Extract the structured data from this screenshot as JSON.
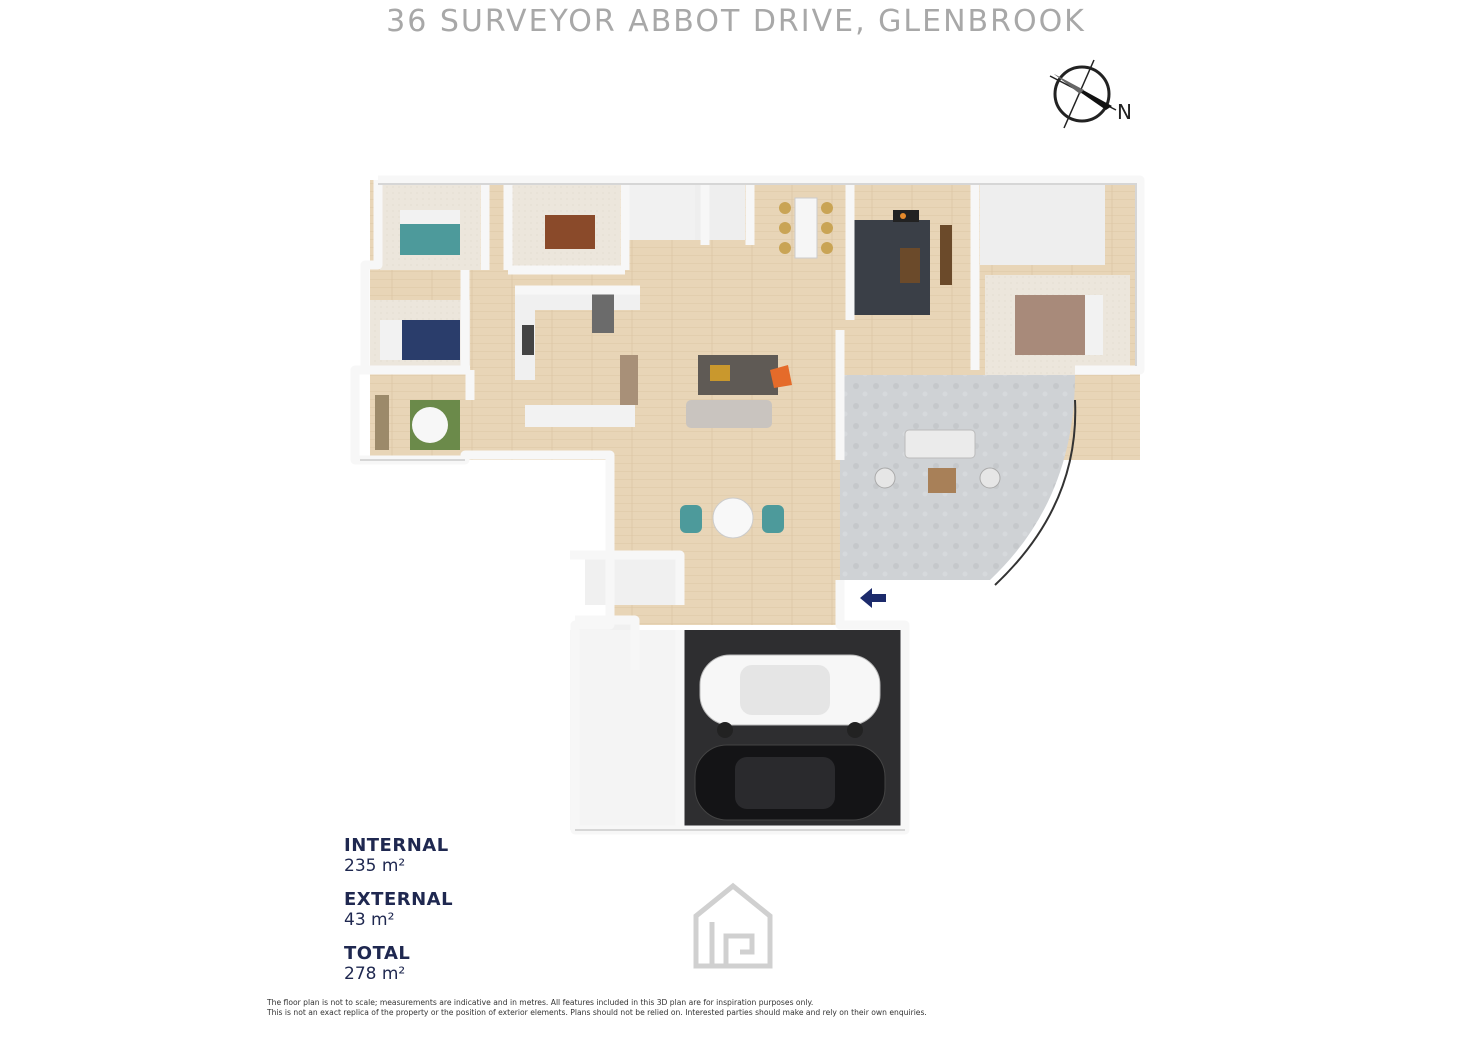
{
  "title": "36 SURVEYOR ABBOT DRIVE, GLENBROOK",
  "compass": {
    "label": "N",
    "icon": "compass-icon"
  },
  "areas": [
    {
      "label": "INTERNAL",
      "value": "235 m²"
    },
    {
      "label": "EXTERNAL",
      "value": "43 m²"
    },
    {
      "label": "TOTAL",
      "value": "278 m²"
    }
  ],
  "disclaimer": {
    "line1": "The floor plan is not to scale; measurements are indicative and in metres. All features included in this 3D plan are for inspiration purposes only.",
    "line2": "This is not an exact replica of the property or the position of exterior elements. Plans should not be relied on. Interested parties should make and rely on their own enquiries."
  },
  "colors": {
    "floor_wood": "#e6d2b4",
    "wall": "#f4f4f4",
    "wall_shadow": "#d6d6d6",
    "patio": "#c9cccf",
    "garage_floor": "#2e2e30",
    "rug_dark": "#3a3f47",
    "teal": "#4d9a9b",
    "navy": "#1f2850",
    "entry_arrow": "#1c2a6b"
  },
  "logo": {
    "icon": "house-logo-icon"
  }
}
